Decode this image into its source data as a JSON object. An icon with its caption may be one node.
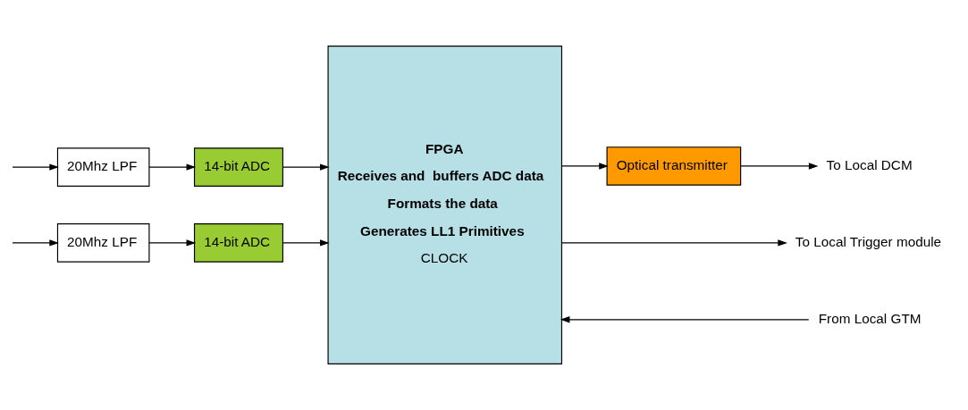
{
  "diagram": {
    "nodes": [
      {
        "text": [
          "20Mhz LPF"
        ]
      },
      {
        "text": [
          "14-bit ADC"
        ]
      },
      {
        "text": [
          "FPGA",
          "Receives and  buffers ADC data",
          "Formats the data",
          "Generates LL1 Primitives",
          "CLOCK"
        ]
      },
      {
        "text": [
          "20Mhz LPF"
        ]
      },
      {
        "text": [
          "14-bit ADC"
        ]
      },
      {
        "text": [
          "Optical transmitter"
        ]
      },
      {
        "text": [
          "To Local DCM"
        ]
      },
      {
        "text": [
          "To Local Trigger module"
        ]
      },
      {
        "text": [
          "From Local GTM"
        ]
      }
    ],
    "edges": [
      {
        "from": null,
        "to": 0,
        "arrow": "to"
      },
      {
        "from": 0,
        "to": 1,
        "arrow": "to"
      },
      {
        "from": 1,
        "to": 2,
        "arrow": "to"
      },
      {
        "from": null,
        "to": 3,
        "arrow": "to"
      },
      {
        "from": 3,
        "to": 4,
        "arrow": "to"
      },
      {
        "from": 4,
        "to": 2,
        "arrow": "to"
      },
      {
        "from": 2,
        "to": 5,
        "arrow": "to"
      },
      {
        "from": 5,
        "to": 6,
        "arrow": "to"
      },
      {
        "from": 2,
        "to": 7,
        "arrow": "to"
      },
      {
        "from": 8,
        "to": 2,
        "arrow": "to"
      }
    ]
  }
}
